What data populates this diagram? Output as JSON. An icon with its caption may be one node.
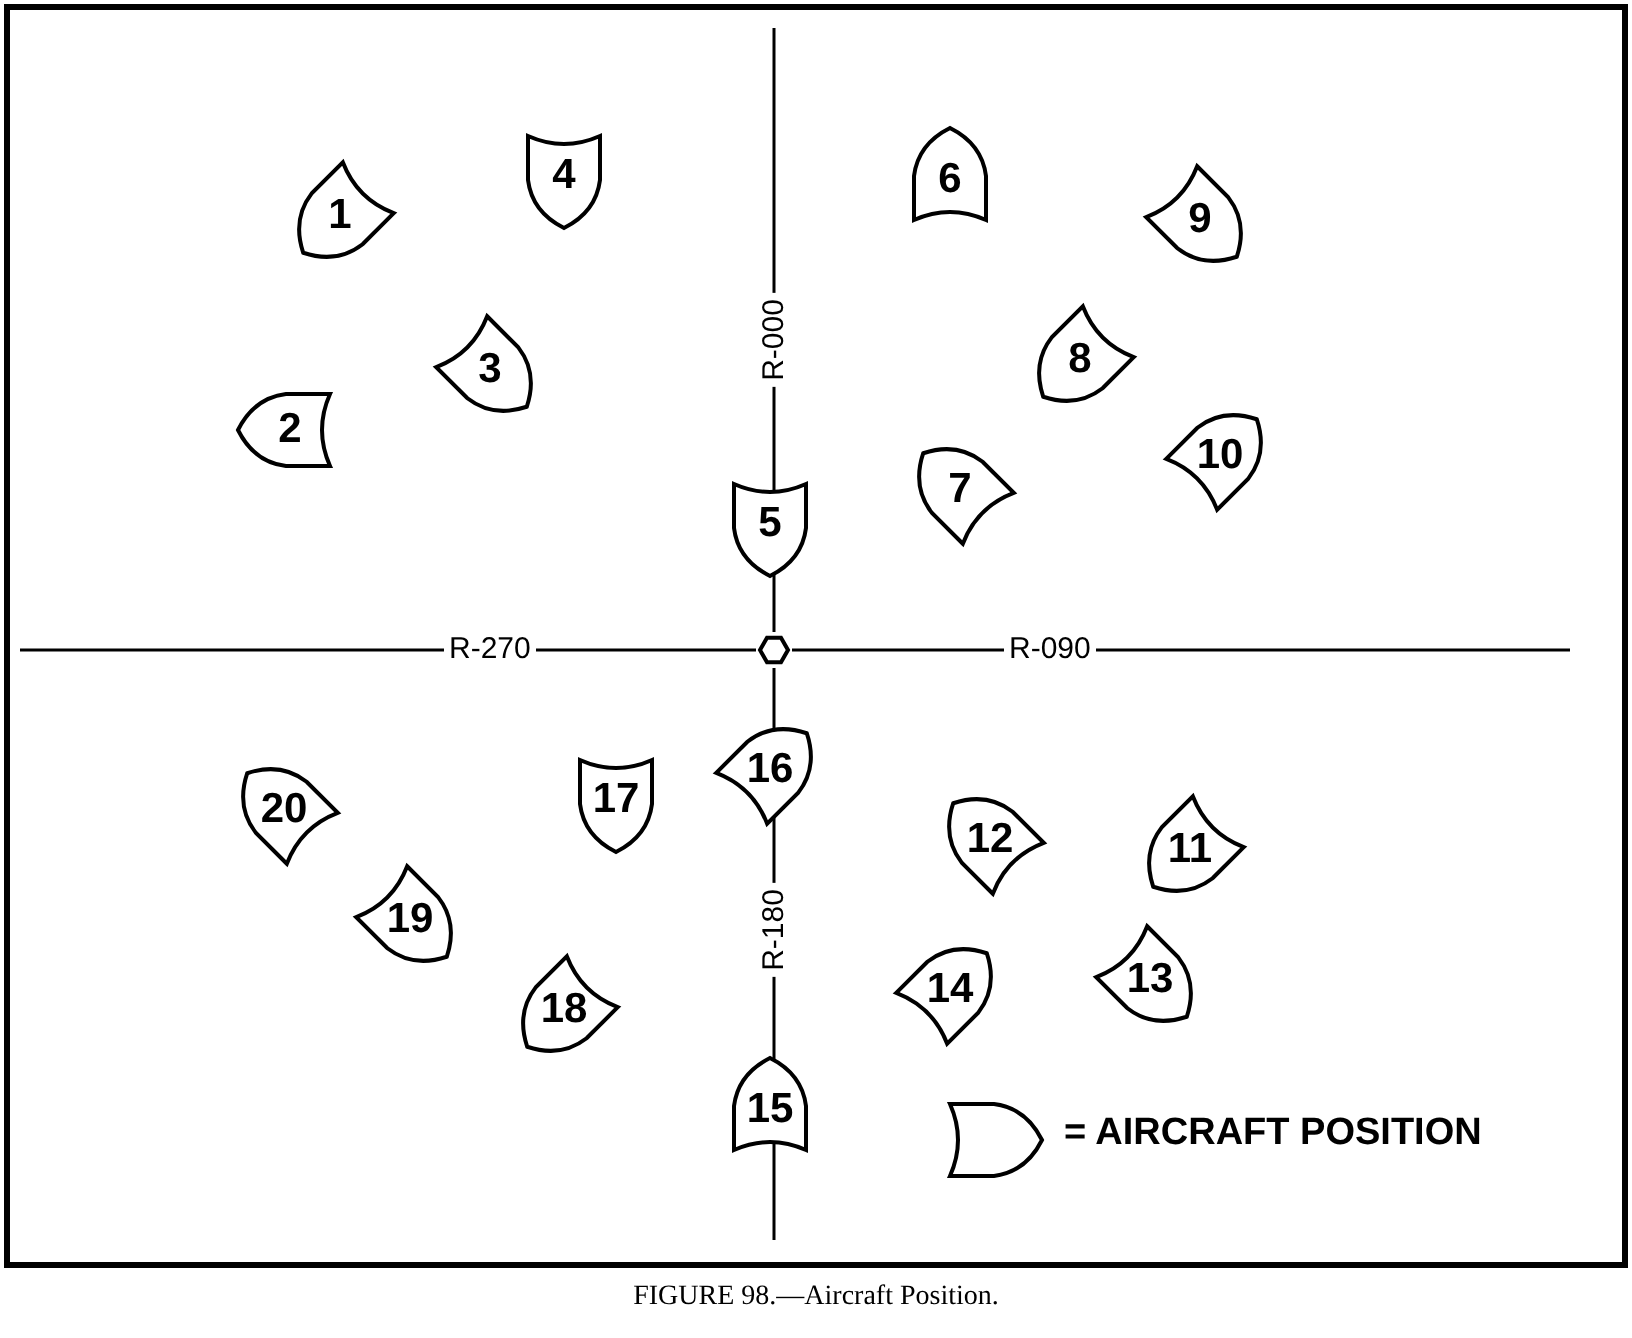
{
  "diagram": {
    "caption": "FIGURE 98.—Aircraft Position.",
    "nodes": [
      {
        "text": [
          "1"
        ]
      },
      {
        "text": [
          "2"
        ]
      },
      {
        "text": [
          "3"
        ]
      },
      {
        "text": [
          "4"
        ]
      },
      {
        "text": [
          "5"
        ]
      },
      {
        "text": [
          "6"
        ]
      },
      {
        "text": [
          "7"
        ]
      },
      {
        "text": [
          "8"
        ]
      },
      {
        "text": [
          "9"
        ]
      },
      {
        "text": [
          "10"
        ]
      },
      {
        "text": [
          "11"
        ]
      },
      {
        "text": [
          "12"
        ]
      },
      {
        "text": [
          "13"
        ]
      },
      {
        "text": [
          "14"
        ]
      },
      {
        "text": [
          "15"
        ]
      },
      {
        "text": [
          "16"
        ]
      },
      {
        "text": [
          "17"
        ]
      },
      {
        "text": [
          "18"
        ]
      },
      {
        "text": [
          "19"
        ]
      },
      {
        "text": [
          "20"
        ]
      }
    ],
    "labels": [
      "R-000",
      "R-270",
      "R-090",
      "R-180"
    ],
    "legend": [
      {
        "text": "= AIRCRAFT POSITION"
      }
    ]
  }
}
